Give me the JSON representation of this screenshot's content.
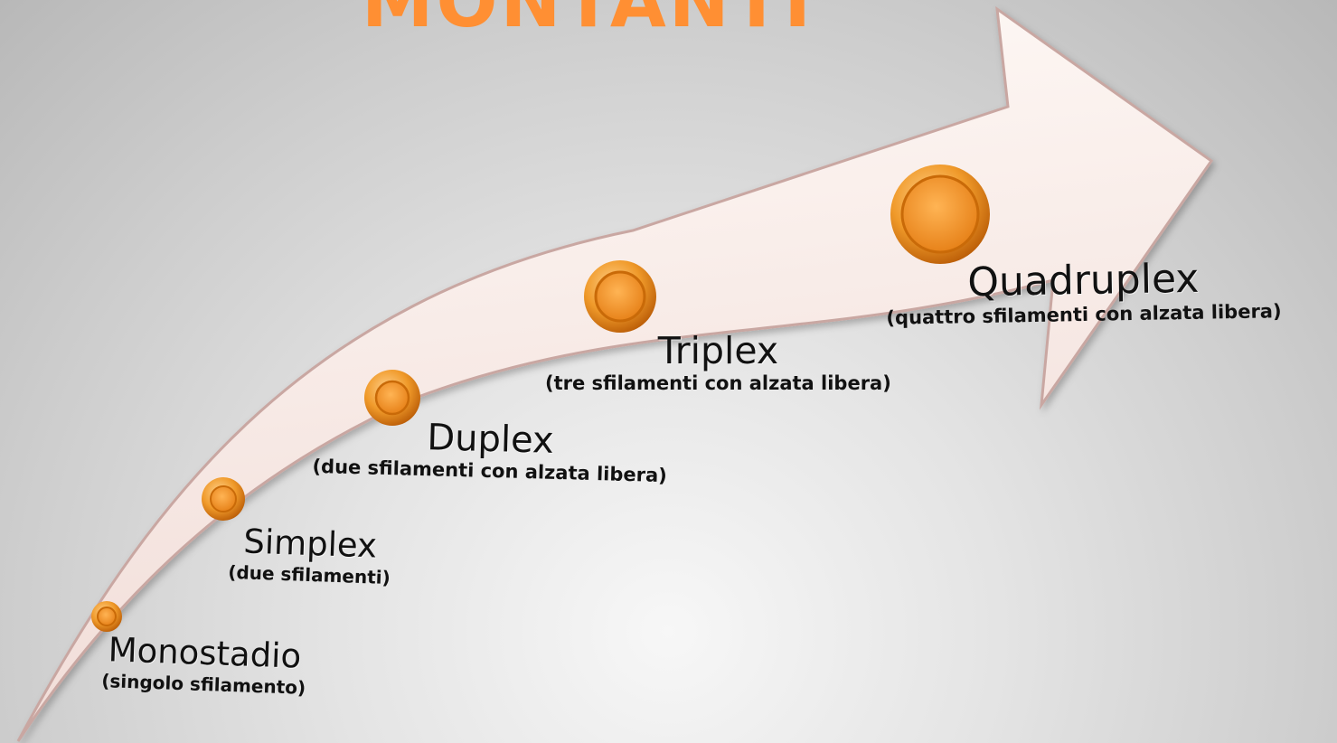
{
  "title": "MONTANTI",
  "colors": {
    "title": "#ff8f33",
    "arrow_fill_light": "#fffbf8",
    "arrow_fill_shade": "#f1dcd7",
    "arrow_outline": "#c9a7a2",
    "ring_outer": "#e37a10",
    "ring_inner": "#f5a23a",
    "text": "#111111"
  },
  "stages": [
    {
      "name": "Monostadio",
      "description": "(singolo sfilamento)"
    },
    {
      "name": "Simplex",
      "description": "(due sfilamenti)"
    },
    {
      "name": "Duplex",
      "description": "(due sfilamenti con alzata libera)"
    },
    {
      "name": "Triplex",
      "description": "(tre sfilamenti con alzata libera)"
    },
    {
      "name": "Quadruplex",
      "description": "(quattro sfilamenti con alzata libera)"
    }
  ],
  "icons": {
    "arrow": "curved-arrow-icon",
    "marker": "orange-ring-icon"
  }
}
